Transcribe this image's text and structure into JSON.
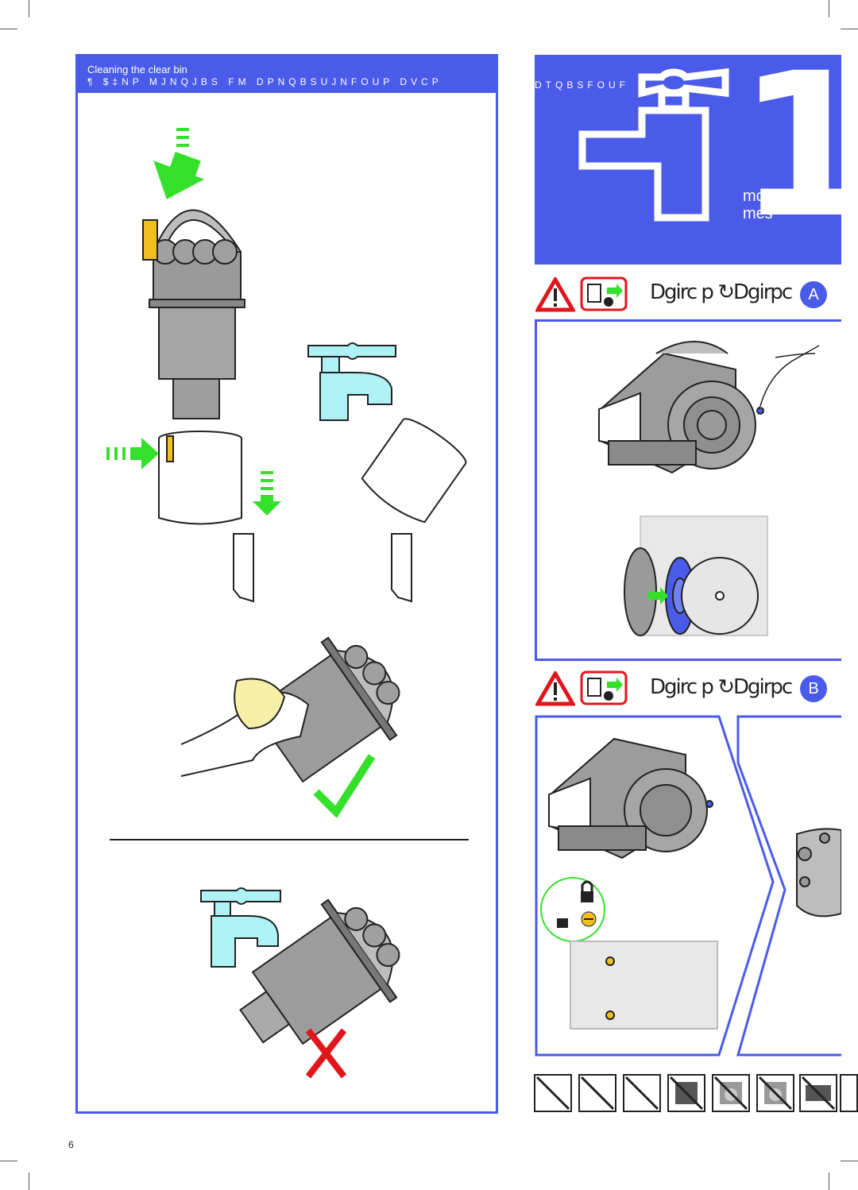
{
  "header": {
    "title": "Cleaning the clear bin",
    "subtitle_garbled": "¶ $‡NP MJNQJBS FM DPNQBSUJNFOUP DVCP"
  },
  "month_box": {
    "garbled": "DTQBSFOUF",
    "number": "1",
    "unit_en": "month",
    "unit_es": "mes"
  },
  "sections": [
    {
      "title": "Dgirc p ↻Dgirpc",
      "badge": "A"
    },
    {
      "title": "Dgirc p ↻Dgirpc",
      "badge": "B"
    }
  ],
  "footer": {
    "page_number": "6"
  },
  "colors": {
    "brand_blue": "#4a5bea",
    "arrow_green": "#35e02c",
    "water_cyan": "#aef2f6",
    "cross_red": "#e0161c"
  },
  "icons": [
    "warning-icon",
    "unplug-icon",
    "tap-icon",
    "check-icon",
    "cross-icon",
    "lock-icon",
    "unlock-icon"
  ]
}
